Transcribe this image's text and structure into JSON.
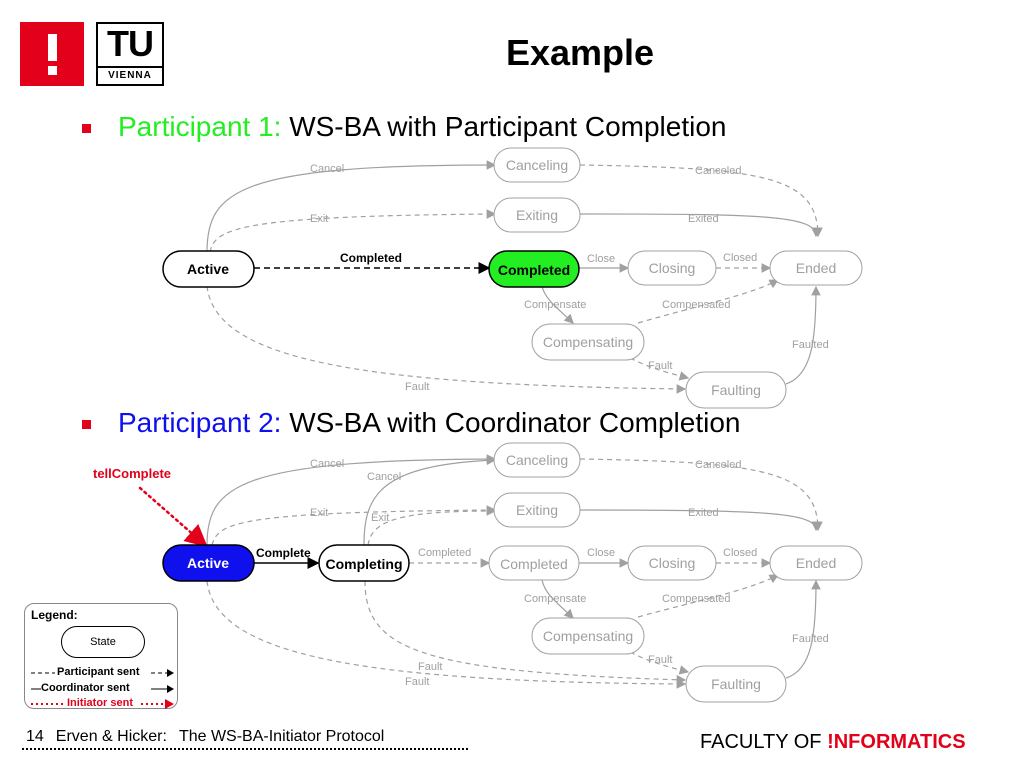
{
  "logo": {
    "tu": "TU",
    "vienna": "VIENNA"
  },
  "title": "Example",
  "participant1": {
    "label": "Participant 1:",
    "text": " WS-BA with Participant Completion"
  },
  "participant2": {
    "label": "Participant 2:",
    "text": " WS-BA with Coordinator Completion"
  },
  "states": {
    "active": "Active",
    "canceling": "Canceling",
    "exiting": "Exiting",
    "completed": "Completed",
    "closing": "Closing",
    "ended": "Ended",
    "compensating": "Compensating",
    "faulting": "Faulting",
    "completing": "Completing"
  },
  "edges": {
    "cancel": "Cancel",
    "canceled": "Canceled",
    "exit": "Exit",
    "exited": "Exited",
    "completed": "Completed",
    "close": "Close",
    "closed": "Closed",
    "compensate": "Compensate",
    "compensated": "Compensated",
    "fault": "Fault",
    "faulted": "Faulted",
    "complete": "Complete",
    "tellcomplete": "tellComplete"
  },
  "legend": {
    "title": "Legend:",
    "state": "State",
    "participant": "Participant sent",
    "coordinator": "Coordinator sent",
    "initiator": "Initiator sent"
  },
  "footer": {
    "page": "14",
    "authors": "Erven & Hicker:",
    "topic": "The WS-BA-Initiator Protocol",
    "faculty": "FACULTY OF",
    "informatics": "!NFORMATICS"
  },
  "colors": {
    "red": "#e2001a",
    "green": "#22ee22",
    "blue": "#1010ee",
    "gray": "#a0a0a0"
  }
}
